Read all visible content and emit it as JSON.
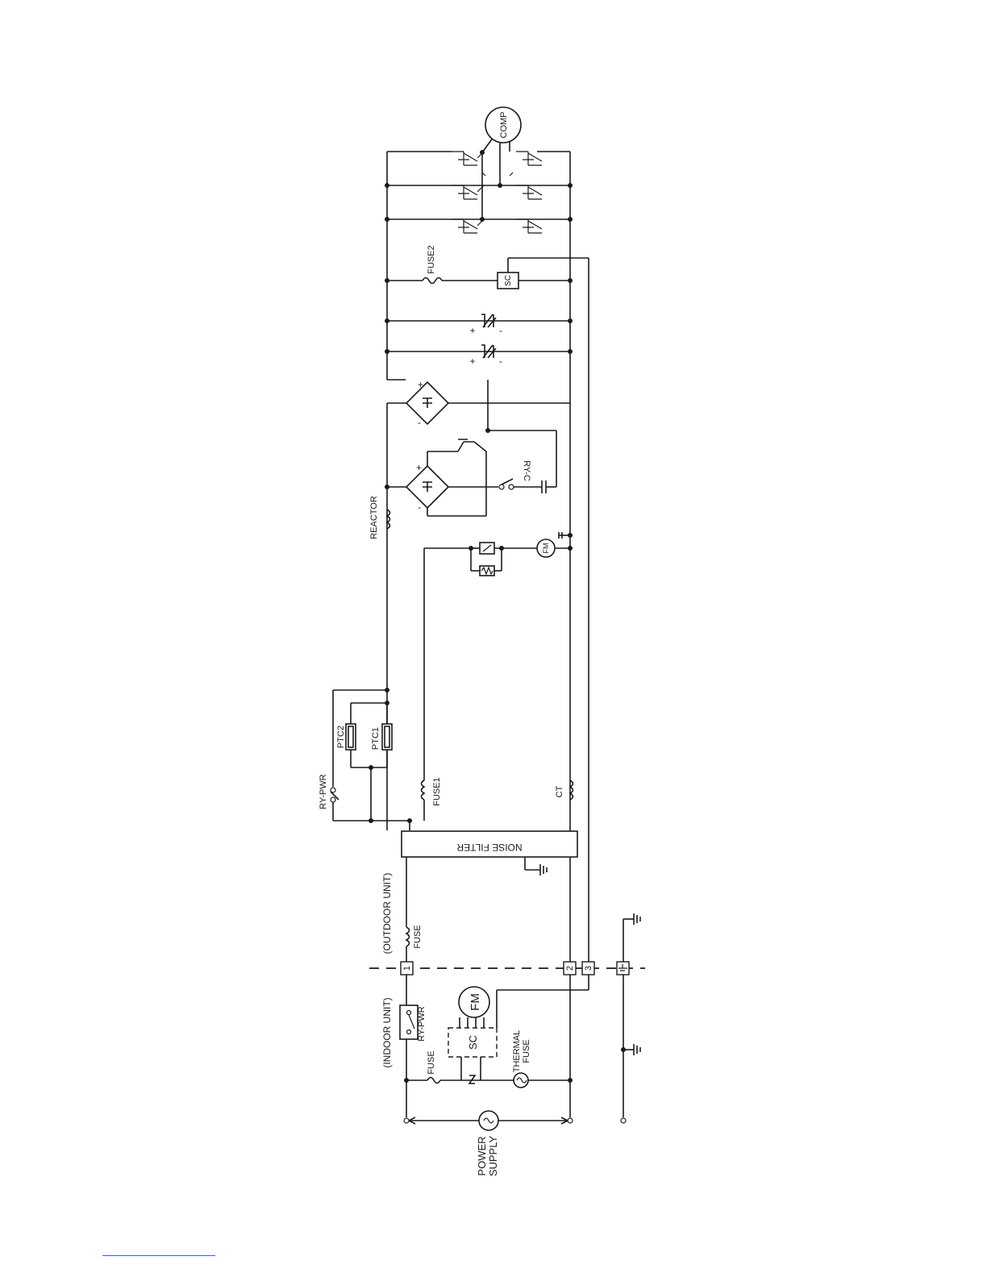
{
  "diagram": {
    "labels": {
      "comp": "COMP",
      "fuse2": "FUSE2",
      "sc_small": "SC",
      "reactor": "REACTOR",
      "ry_c": "RY-C",
      "fm_small": "FM",
      "ptc2": "PTC2",
      "ptc1": "PTC1",
      "ry_pwr_outdoor": "RY-PWR",
      "fuse1": "FUSE1",
      "ct": "CT",
      "noise_filter": "NOISE FILTER",
      "outdoor_unit": "(OUTDOOR UNIT)",
      "indoor_unit": "(INDOOR UNIT)",
      "fuse_outdoor": "FUSE",
      "terminal_1": "1",
      "terminal_2": "2",
      "terminal_3": "3",
      "fm_large": "FM",
      "sc_large": "SC",
      "ry_pwr_indoor": "RY-PWR",
      "fuse_indoor": "FUSE",
      "thermal": "THERMAL",
      "thermal_fuse": "FUSE",
      "power": "POWER",
      "supply": "SUPPLY",
      "plus": "+",
      "minus": "-"
    }
  }
}
